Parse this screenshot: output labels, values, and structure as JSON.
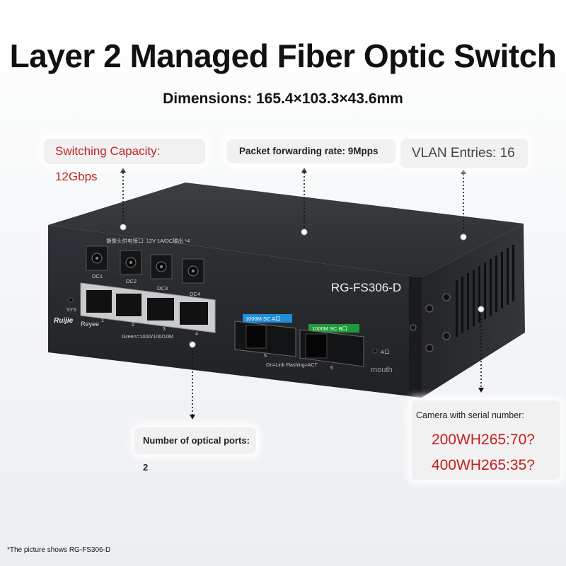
{
  "title": "Layer 2 Managed Fiber Optic Switch",
  "dimensions": "Dimensions: 165.4×103.3×43.6mm",
  "callouts": {
    "switching_capacity": "Switching Capacity: 12Gbps",
    "packet_forwarding": "Packet forwarding rate: 9Mpps",
    "vlan_entries": "VLAN Entries: 16",
    "optical_ports": "Number of optical ports: 2",
    "camera_head": "Camera with serial number:",
    "camera_line1": "200WH265:70?",
    "camera_line2": "400WH265:35?"
  },
  "device": {
    "model": "RG-FS306-D",
    "brand_left": "Ruijie",
    "brand_right": "Reyee",
    "sys_label": "SYS",
    "power_note": "摄像头供电接口: 12V 1A/DC输出 *4",
    "dc_labels": [
      "DC1",
      "DC2",
      "DC3",
      "DC4"
    ],
    "rj45_numbers": [
      "1",
      "2",
      "3",
      "4"
    ],
    "rj45_legend": "Green=1000/100/10M",
    "fiber_a_label": "1000M SC A口",
    "fiber_b_label": "1000M SC B口",
    "fiber_numbers": [
      "5",
      "6"
    ],
    "fiber_legend": "On=Link  Flashing=ACT",
    "a_port_tag": "A口",
    "mouth_label": "mouth"
  },
  "colors": {
    "accent_red": "#c32222",
    "fiber_a": "#1f8fd6",
    "fiber_b": "#1f9a3a",
    "device_body": "#2b2d30"
  },
  "footnote": "*The picture shows RG-FS306-D"
}
